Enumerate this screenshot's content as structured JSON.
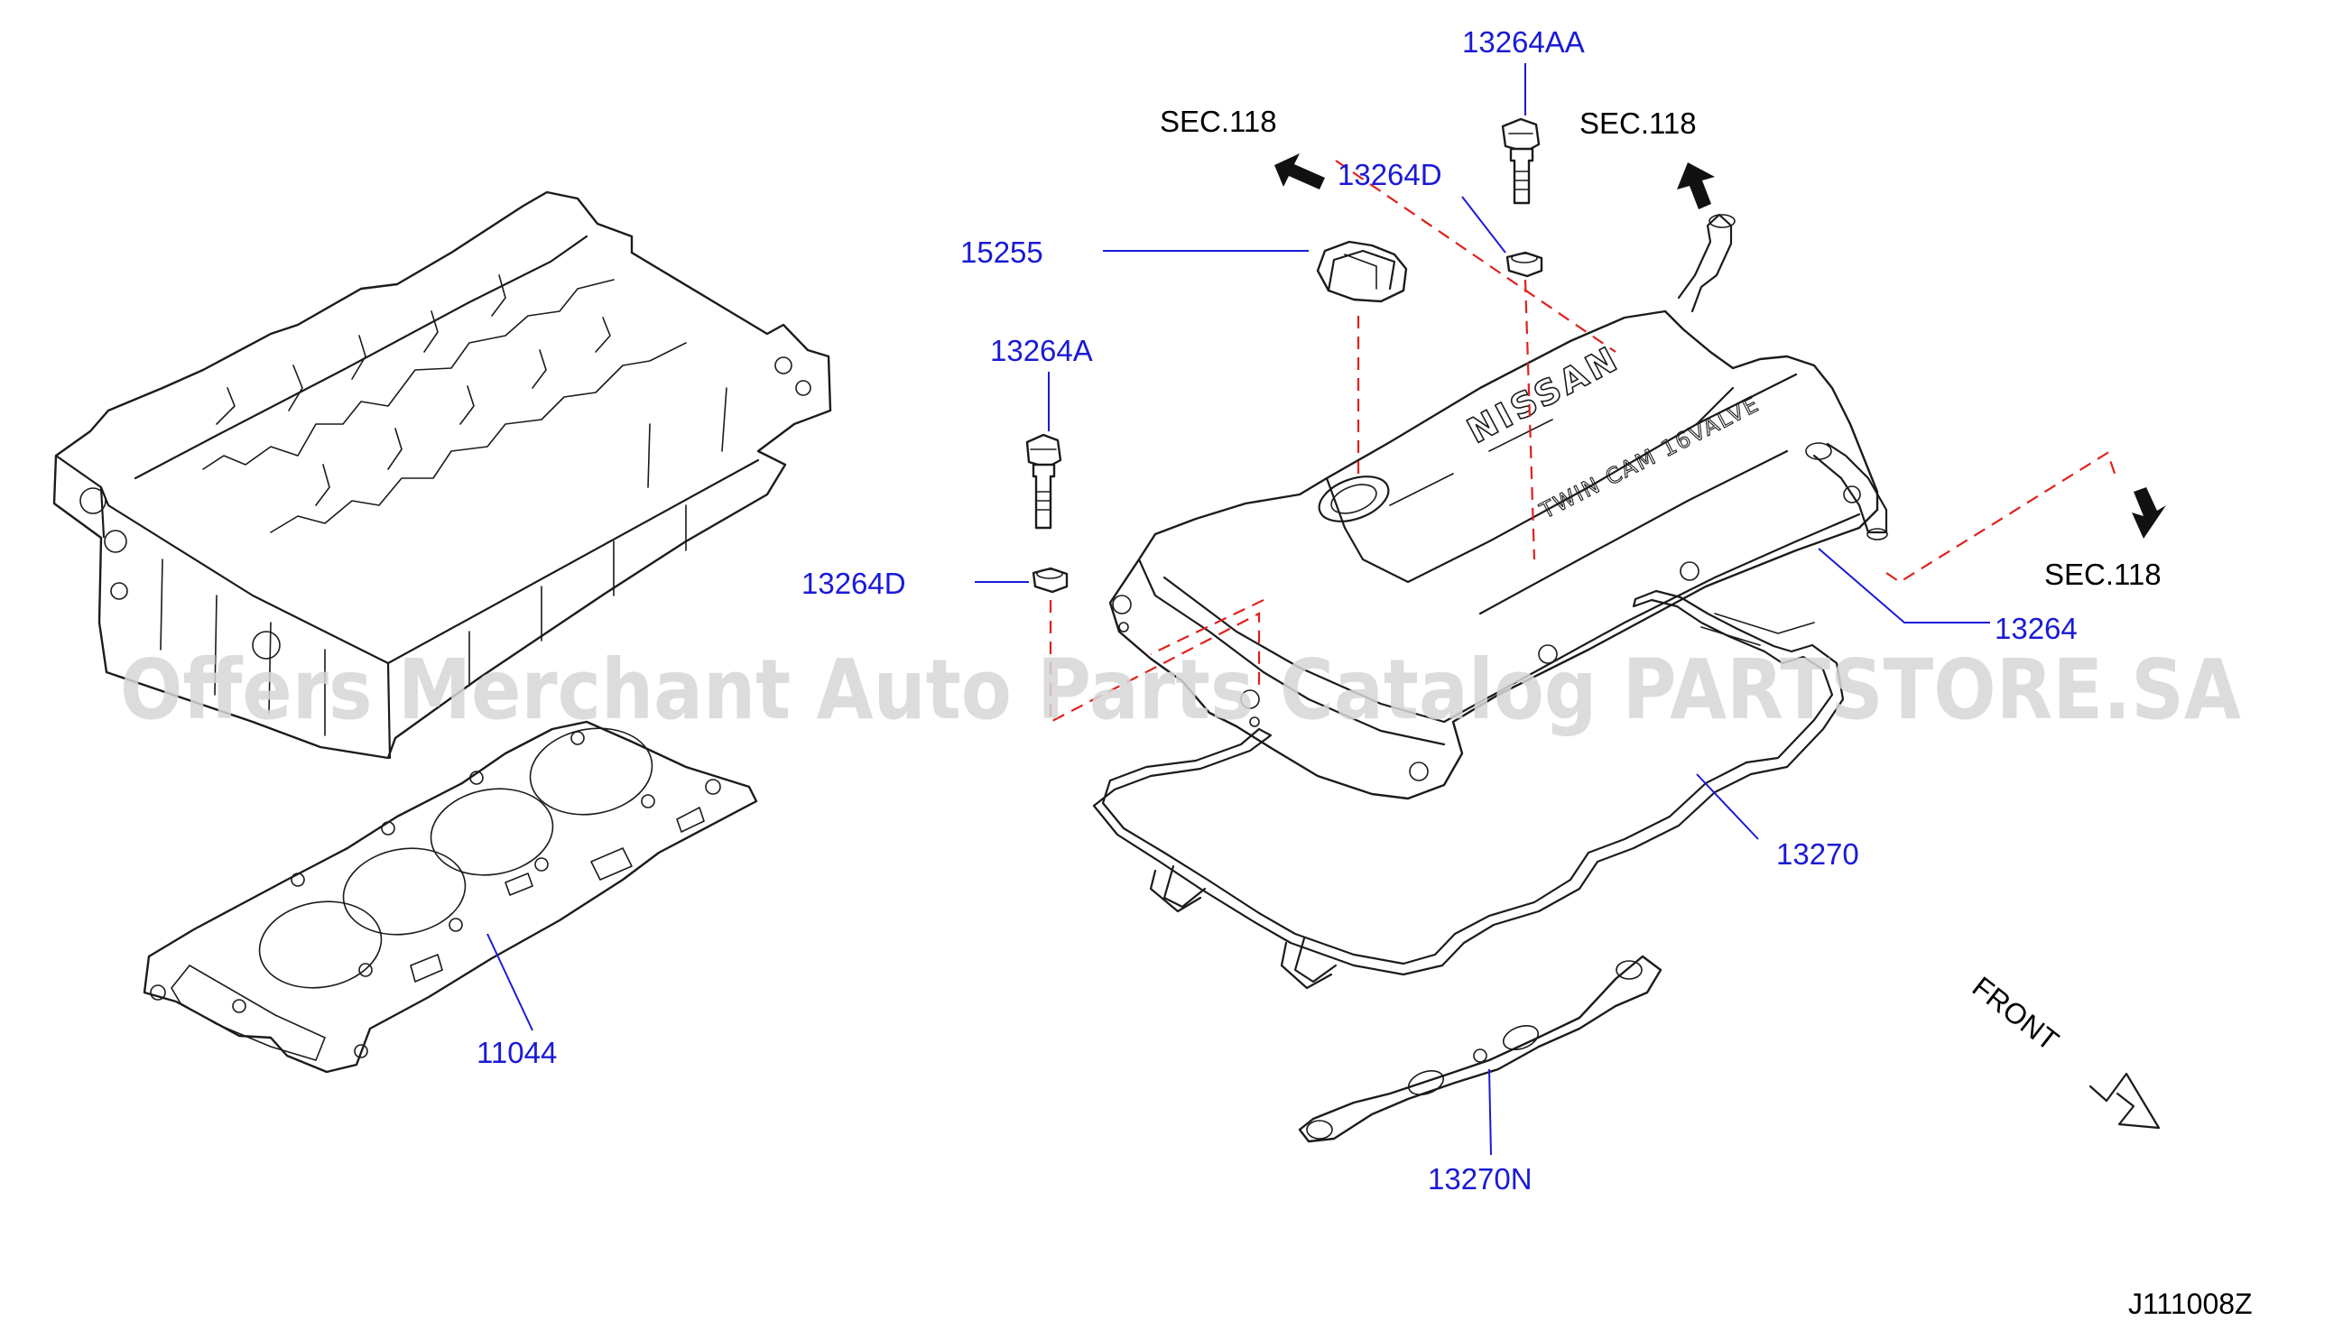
{
  "diagram": {
    "code": "J111008Z",
    "front_label": "FRONT",
    "watermark": "Offers Merchant Auto Parts Catalog PARTSTORE.SA",
    "brand_logo": "NISSAN",
    "cover_text": "TWIN CAM 16VALVE",
    "section_refs": [
      {
        "label": "SEC.118"
      },
      {
        "label": "SEC.118"
      },
      {
        "label": "SEC.118"
      }
    ],
    "parts": [
      {
        "number": "13264AA"
      },
      {
        "number": "13264D"
      },
      {
        "number": "15255"
      },
      {
        "number": "13264A"
      },
      {
        "number": "13264D"
      },
      {
        "number": "13264"
      },
      {
        "number": "13270"
      },
      {
        "number": "11044"
      },
      {
        "number": "13270N"
      }
    ]
  }
}
